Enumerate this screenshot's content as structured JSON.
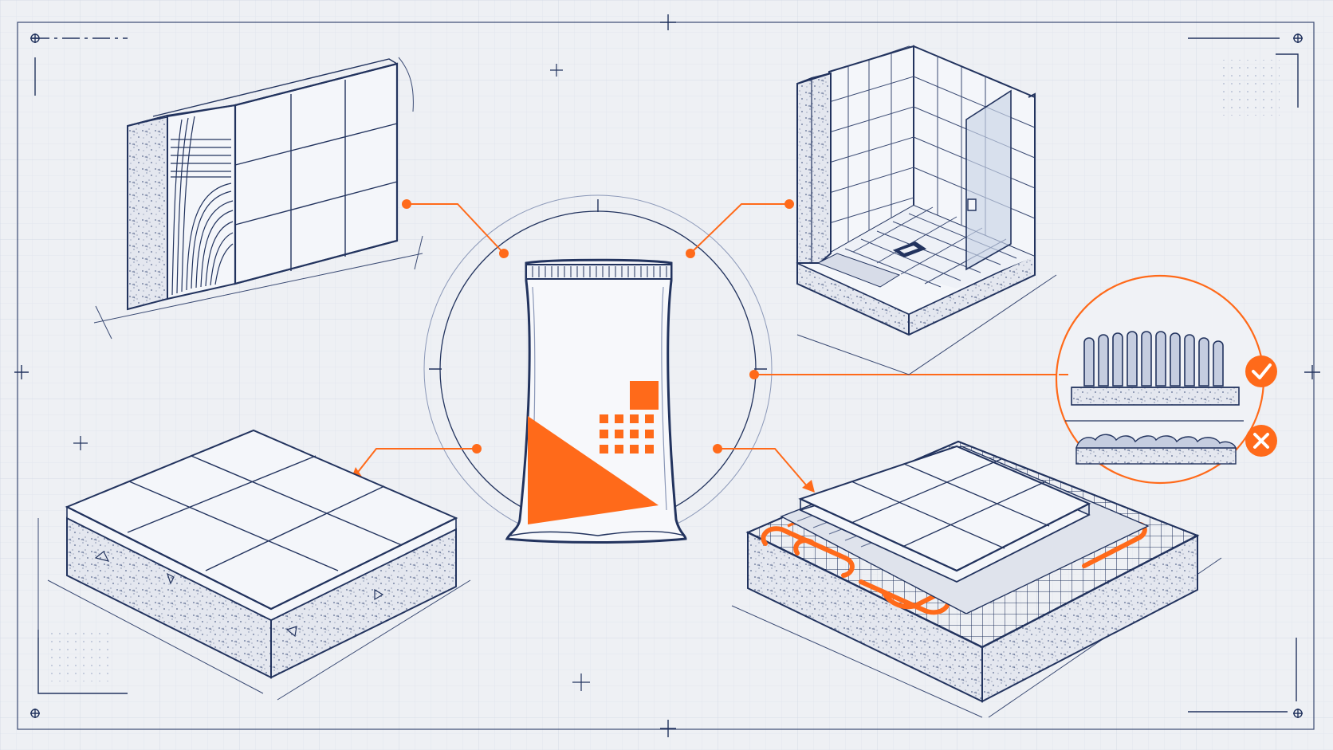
{
  "colors": {
    "background": "#eef0f4",
    "grid_minor": "#e2e6ee",
    "grid_major": "#d3d9e4",
    "ink": "#22335e",
    "ink_light": "#8b98b8",
    "accent": "#ff6a1a",
    "tile_face": "#f4f6fa",
    "concrete": "#e3e6ee",
    "glass": "#c9d4e6"
  },
  "diagram": {
    "center_item": "adhesive-bag",
    "applications": [
      {
        "id": "wall-tiling",
        "icon": "tiled-wall-icon"
      },
      {
        "id": "shower-room",
        "icon": "shower-enclosure-icon"
      },
      {
        "id": "floor-tiling",
        "icon": "tiled-floor-icon"
      },
      {
        "id": "underfloor-heating",
        "icon": "heated-floor-icon"
      }
    ],
    "callout": {
      "good": {
        "icon": "check-icon",
        "depicts": "full-ridged-adhesive-bed"
      },
      "bad": {
        "icon": "cross-icon",
        "depicts": "patchy-adhesive-bed"
      }
    }
  }
}
